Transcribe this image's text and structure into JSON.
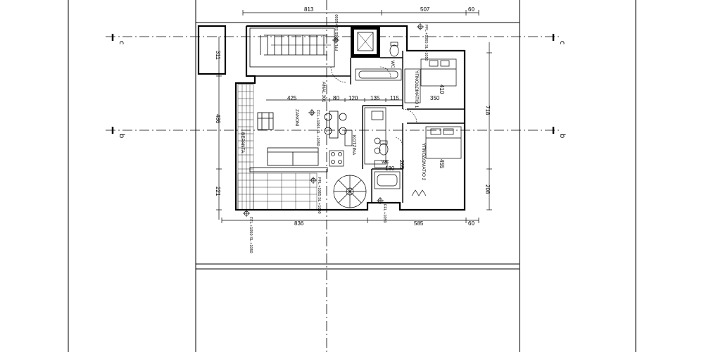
{
  "dimensions": {
    "top": [
      "813",
      "507",
      "60"
    ],
    "bottom": [
      "836",
      "585",
      "60"
    ],
    "left": [
      "311",
      "486",
      "221"
    ],
    "right": [
      "718",
      "208"
    ],
    "interior": [
      "425",
      "80",
      "120",
      "135",
      "115",
      "350",
      "410",
      "455",
      "180",
      "265"
    ]
  },
  "level_tags": {
    "stair_top": "FFL +1065 SL +1050",
    "corridor": "FFL +1065 SL +1050",
    "living": "FFL +1065 SL +1050",
    "terrace": "FFL +1065 SL +1050",
    "bottom_left": "FFL +1050 SL +1050",
    "bottom_mid": "FFL +1050"
  },
  "rooms": {
    "hall": "ANAL 301",
    "living": "ZANONI",
    "kitchen": "KOTZINA",
    "bedroom1": "ΥΠΝΟΔΩΜΑΤΙΟ 1",
    "bedroom2": "ΥΠΝΟΔΩΜΑΤΙΟ 2",
    "wc_top": "WC",
    "wc_bottom": "WC",
    "veranda": "ΒΕΡΑΝΤΑ"
  },
  "section_marks": {
    "c_left": "c",
    "c_right": "c",
    "b_left": "b",
    "b_right": "b"
  }
}
